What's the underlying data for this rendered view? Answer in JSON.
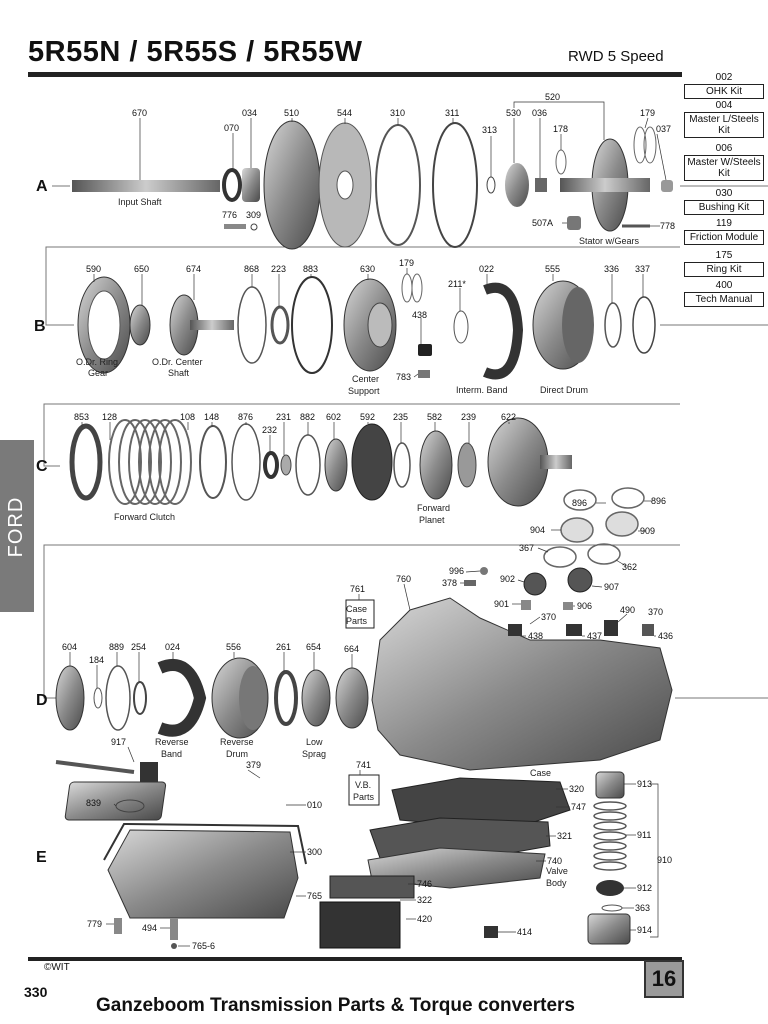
{
  "header": {
    "title": "5R55N / 5R55S / 5R55W",
    "subtitle": "RWD 5 Speed"
  },
  "side_tab": "FORD",
  "kits": [
    {
      "num": "002",
      "name": "OHK Kit"
    },
    {
      "num": "004",
      "name": "Master L/Steels Kit"
    },
    {
      "num": "006",
      "name": "Master W/Steels Kit"
    },
    {
      "num": "030",
      "name": "Bushing Kit"
    },
    {
      "num": "119",
      "name": "Friction Module"
    },
    {
      "num": "175",
      "name": "Ring Kit"
    },
    {
      "num": "400",
      "name": "Tech Manual"
    }
  ],
  "rows": [
    "A",
    "B",
    "C",
    "D",
    "E"
  ],
  "parts": {
    "row_a": [
      "670",
      "070",
      "034",
      "510",
      "544",
      "310",
      "311",
      "313",
      "530",
      "036",
      "178",
      "520",
      "179",
      "037",
      "776",
      "309",
      "507A",
      "778"
    ],
    "row_b": [
      "590",
      "650",
      "674",
      "868",
      "223",
      "883",
      "630",
      "179",
      "438",
      "783",
      "211*",
      "022",
      "555",
      "336",
      "337"
    ],
    "row_c": [
      "853",
      "128",
      "108",
      "148",
      "876",
      "232",
      "231",
      "882",
      "602",
      "592",
      "235",
      "582",
      "239",
      "622",
      "896",
      "896",
      "904",
      "909",
      "367",
      "362"
    ],
    "row_d": [
      "604",
      "184",
      "889",
      "254",
      "024",
      "556",
      "261",
      "654",
      "664",
      "761",
      "760",
      "996",
      "378",
      "902",
      "907",
      "901",
      "906",
      "370",
      "438",
      "437",
      "490",
      "370",
      "436"
    ],
    "row_e": [
      "917",
      "379",
      "839",
      "010",
      "300",
      "741",
      "320",
      "747",
      "321",
      "740",
      "765",
      "746",
      "322",
      "420",
      "414",
      "779",
      "494",
      "765-6",
      "913",
      "911",
      "910",
      "912",
      "363",
      "914"
    ]
  },
  "captions": {
    "input_shaft": "Input Shaft",
    "stator": "Stator w/Gears",
    "odr_ring_1": "O.Dr. Ring",
    "odr_ring_2": "Gear",
    "odr_center_1": "O.Dr. Center",
    "odr_center_2": "Shaft",
    "center_support_1": "Center",
    "center_support_2": "Support",
    "interm_band": "Interm. Band",
    "direct_drum": "Direct Drum",
    "forward_clutch": "Forward Clutch",
    "forward_planet_1": "Forward",
    "forward_planet_2": "Planet",
    "case_parts_1": "Case",
    "case_parts_2": "Parts",
    "reverse_band_1": "Reverse",
    "reverse_band_2": "Band",
    "reverse_drum_1": "Reverse",
    "reverse_drum_2": "Drum",
    "low_sprag_1": "Low",
    "low_sprag_2": "Sprag",
    "case": "Case",
    "vb_parts_1": "V.B.",
    "vb_parts_2": "Parts",
    "valve_body_1": "Valve",
    "valve_body_2": "Body"
  },
  "footer": {
    "copyright": "©WIT",
    "page_box": "16",
    "page_number": "330",
    "company": "Ganzeboom Transmission Parts & Torque converters"
  }
}
